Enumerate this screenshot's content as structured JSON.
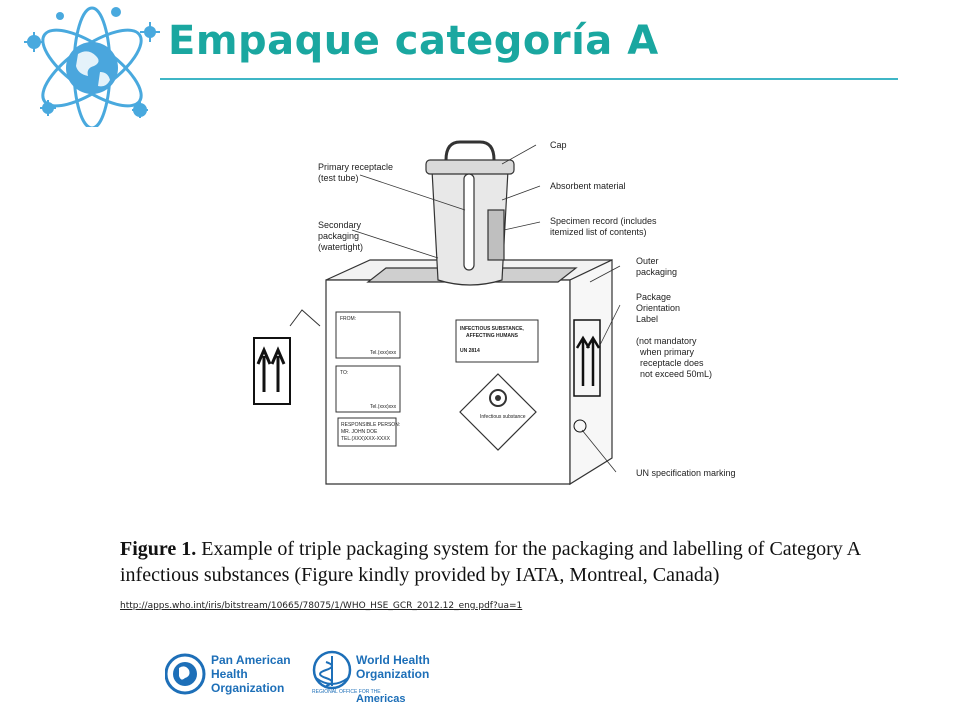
{
  "slide": {
    "title": "Empaque categoría A",
    "accent_color": "#1aa7a0",
    "logo_icon": "globe-atom-icon"
  },
  "figure": {
    "labels": {
      "primary_l1": "Primary receptacle",
      "primary_l2": "(test tube)",
      "secondary_l1": "Secondary",
      "secondary_l2": "packaging",
      "secondary_l3": "(watertight)",
      "cap": "Cap",
      "absorbent": "Absorbent material",
      "specimen_l1": "Specimen record (includes",
      "specimen_l2": "itemized list of contents)",
      "outer_l1": "Outer",
      "outer_l2": "packaging",
      "orient_l1": "Package",
      "orient_l2": "Orientation",
      "orient_l3": "Label",
      "orient_l4": "(not mandatory",
      "orient_l5": "when primary",
      "orient_l6": "receptacle does",
      "orient_l7": "not exceed 50mL)",
      "un_marking": "UN specification marking"
    },
    "box_text": {
      "from": "FROM:",
      "to": "TO:",
      "tel": "Tel.(xxx)xxx",
      "responsible_l1": "RESPONSIBLE PERSON:",
      "responsible_l2": "MR. JOHN DOE",
      "responsible_l3": "TEL.(XXX)XXX-XXXX",
      "substance_l1": "INFECTIOUS SUBSTANCE,",
      "substance_l2": "AFFECTING HUMANS",
      "un": "UN 2814",
      "diamond": "Infectious substance"
    }
  },
  "caption": {
    "label": "Figure 1.",
    "text": " Example of triple packaging system for the packaging and labelling of Category A infectious substances (Figure kindly provided by IATA, Montreal, Canada)"
  },
  "source_url": "http://apps.who.int/iris/bitstream/10665/78075/1/WHO_HSE_GCR_2012.12_eng.pdf?ua=1",
  "footer": {
    "paho_l1": "Pan American",
    "paho_l2": "Health",
    "paho_l3": "Organization",
    "who_l1": "World Health",
    "who_l2": "Organization",
    "who_l3": "REGIONAL OFFICE FOR THE",
    "who_l4": "Americas"
  }
}
